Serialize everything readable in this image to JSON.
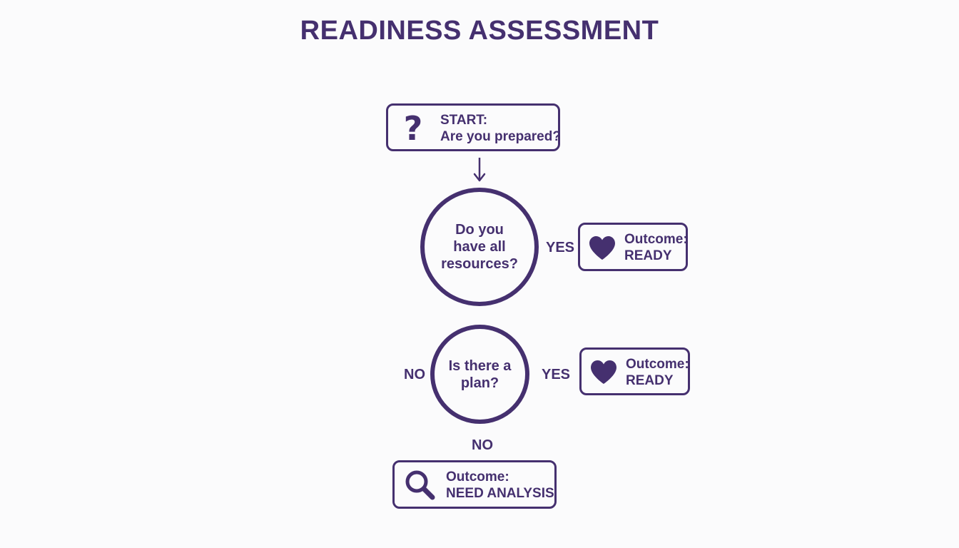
{
  "title": "READINESS ASSESSMENT",
  "start": {
    "line1": "START:",
    "line2": "Are you prepared?",
    "icon": "question-mark-icon"
  },
  "decision1": {
    "line1": "Do you",
    "line2": "have all",
    "line3": "resources?",
    "yes_label": "YES"
  },
  "outcome_ready_1": {
    "line1": "Outcome:",
    "line2": "READY",
    "icon": "heart-icon"
  },
  "decision2": {
    "line1": "Is there a",
    "line2": "plan?",
    "no_left_label": "NO",
    "yes_label": "YES",
    "no_bottom_label": "NO"
  },
  "outcome_ready_2": {
    "line1": "Outcome:",
    "line2": "READY",
    "icon": "heart-icon"
  },
  "outcome_analysis": {
    "line1": "Outcome:",
    "line2": "NEED ANALYSIS",
    "icon": "magnifying-glass-icon"
  },
  "colors": {
    "primary": "#45306f",
    "background": "#fbfbfc"
  }
}
